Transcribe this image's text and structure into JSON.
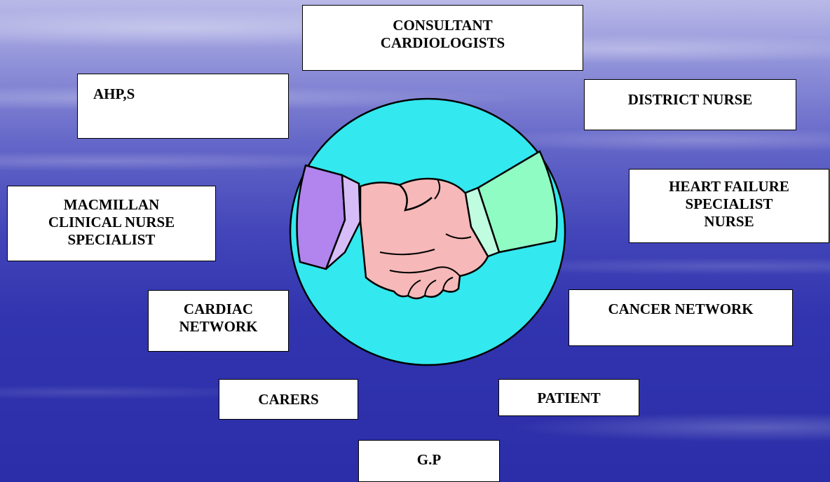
{
  "background": {
    "top_color": "#b9b9e8",
    "bottom_color": "#2b2ea8"
  },
  "center_graphic": {
    "icon": "handshake-icon",
    "circle_color": "#33e8ee",
    "left_sleeve_color": "#b184ee",
    "right_sleeve_color": "#8ffcc4",
    "hand_color": "#f6b8b8"
  },
  "boxes": {
    "consultant_cardiologists": [
      "CONSULTANT",
      "CARDIOLOGISTS"
    ],
    "ahps": [
      "AHP,S"
    ],
    "district_nurse": [
      "DISTRICT NURSE"
    ],
    "heart_failure_specialist_nurse": [
      "HEART FAILURE",
      "SPECIALIST",
      "NURSE"
    ],
    "macmillan_clinical_nurse_specialist": [
      "MACMILLAN",
      "CLINICAL NURSE",
      "SPECIALIST"
    ],
    "cardiac_network": [
      "CARDIAC",
      "NETWORK"
    ],
    "cancer_network": [
      "CANCER NETWORK"
    ],
    "carers": [
      "CARERS"
    ],
    "patient": [
      "PATIENT"
    ],
    "gp": [
      "G.P"
    ]
  }
}
